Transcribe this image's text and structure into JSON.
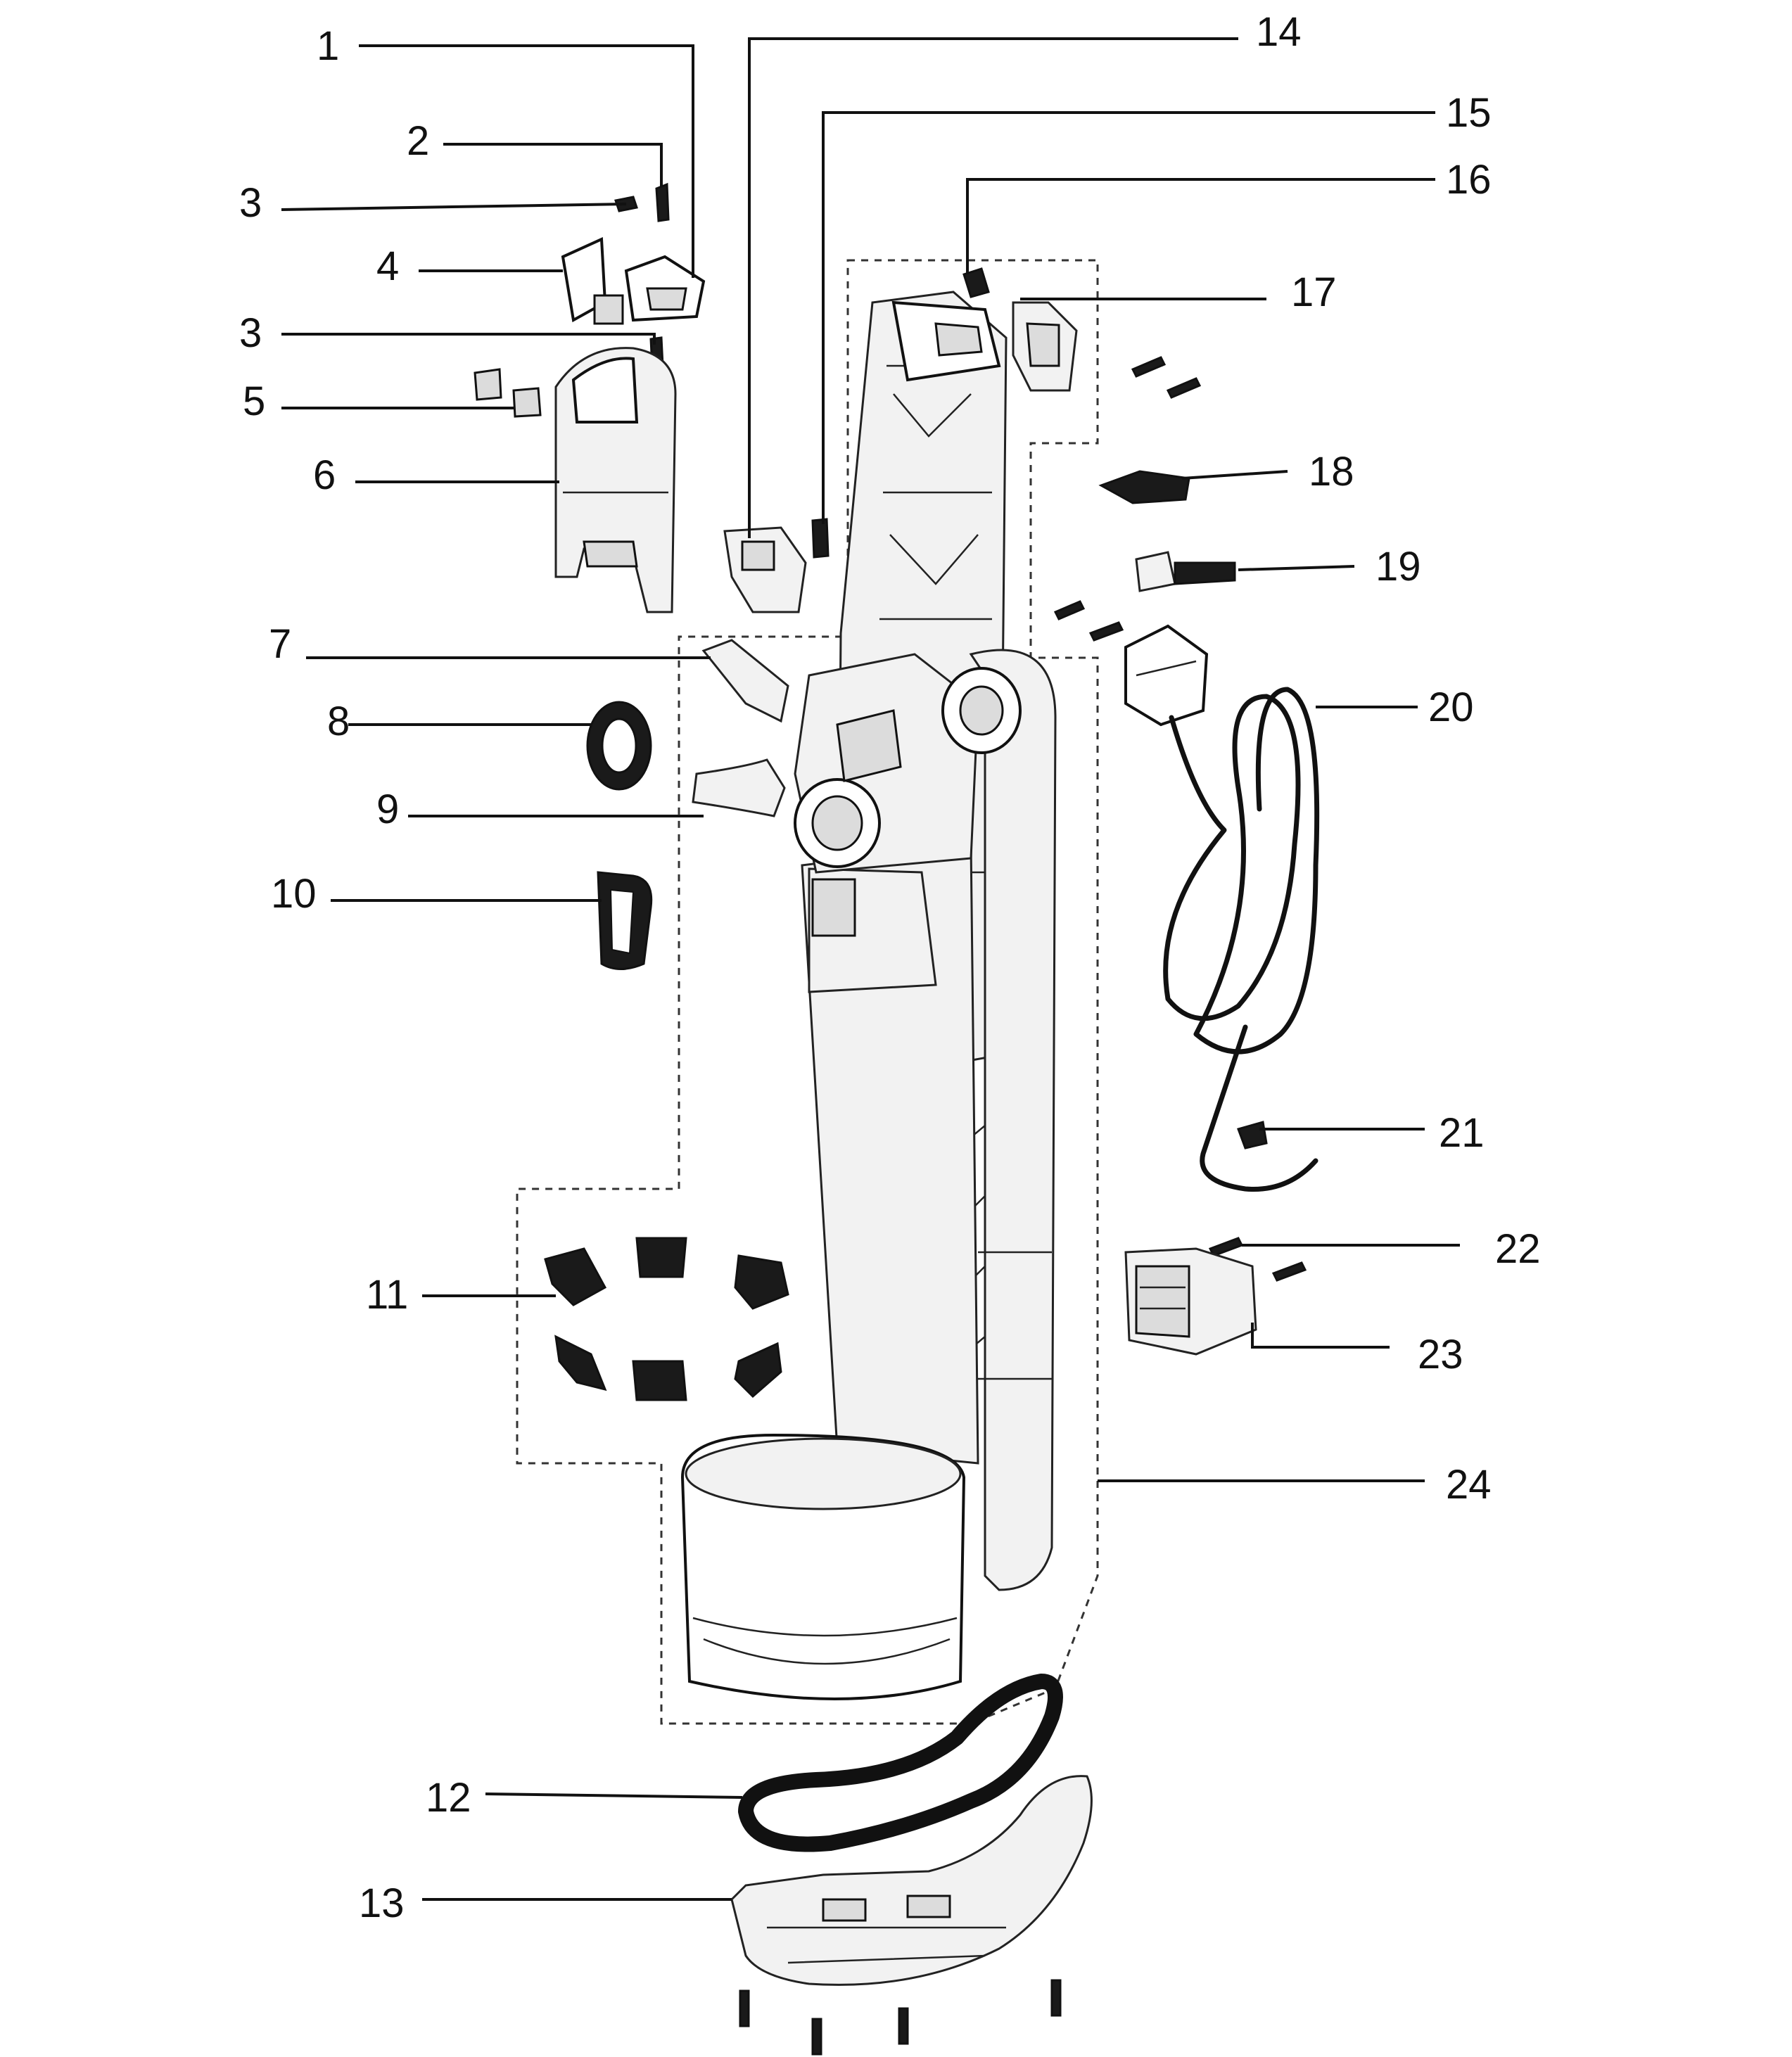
{
  "callouts": [
    {
      "id": "c1",
      "label": "1"
    },
    {
      "id": "c2",
      "label": "2"
    },
    {
      "id": "c3a",
      "label": "3"
    },
    {
      "id": "c4",
      "label": "4"
    },
    {
      "id": "c3b",
      "label": "3"
    },
    {
      "id": "c5",
      "label": "5"
    },
    {
      "id": "c6",
      "label": "6"
    },
    {
      "id": "c7",
      "label": "7"
    },
    {
      "id": "c8",
      "label": "8"
    },
    {
      "id": "c9",
      "label": "9"
    },
    {
      "id": "c10",
      "label": "10"
    },
    {
      "id": "c11",
      "label": "11"
    },
    {
      "id": "c12",
      "label": "12"
    },
    {
      "id": "c13",
      "label": "13"
    },
    {
      "id": "c14",
      "label": "14"
    },
    {
      "id": "c15",
      "label": "15"
    },
    {
      "id": "c16",
      "label": "16"
    },
    {
      "id": "c17",
      "label": "17"
    },
    {
      "id": "c18",
      "label": "18"
    },
    {
      "id": "c19",
      "label": "19"
    },
    {
      "id": "c20",
      "label": "20"
    },
    {
      "id": "c21",
      "label": "21"
    },
    {
      "id": "c22",
      "label": "22"
    },
    {
      "id": "c23",
      "label": "23"
    },
    {
      "id": "c24",
      "label": "24"
    }
  ]
}
